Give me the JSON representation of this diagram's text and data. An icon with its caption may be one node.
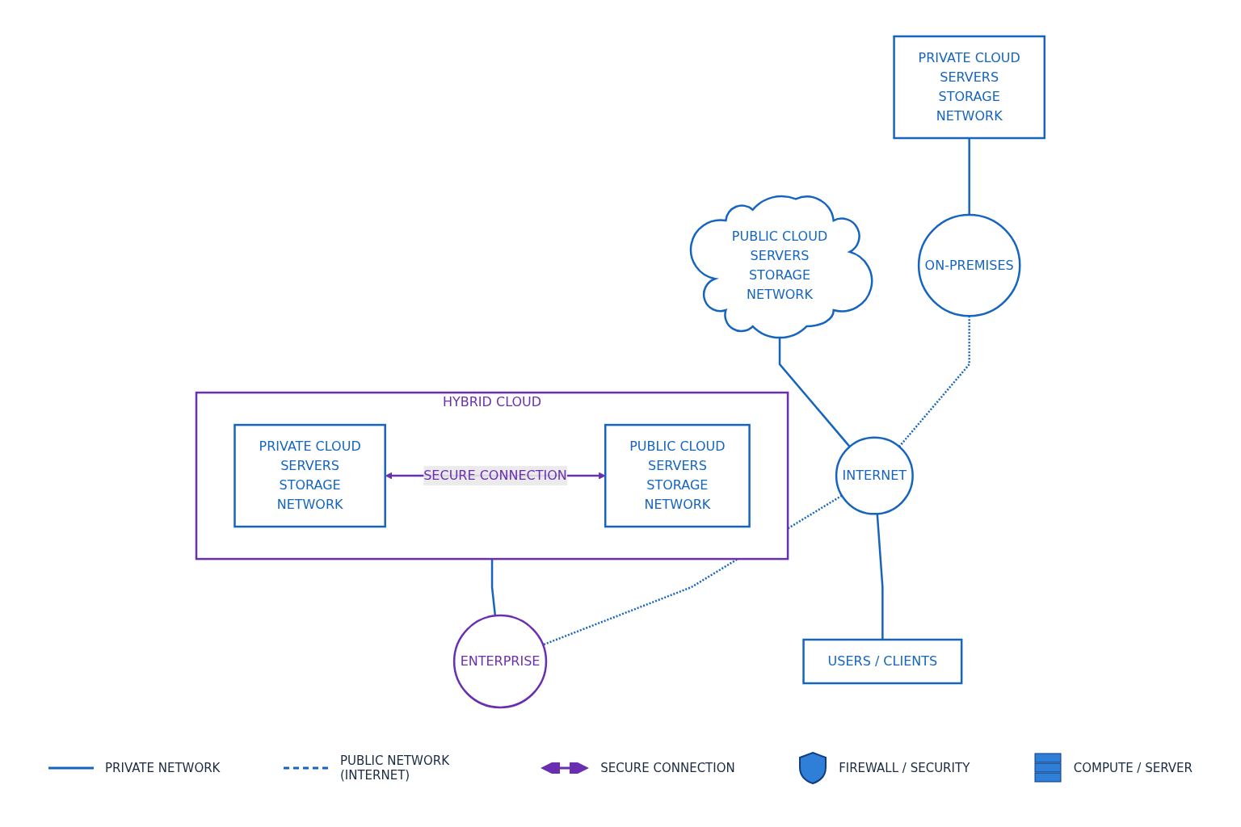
{
  "diagram": {
    "nodes": [
      {
        "text": [
          "PRIVATE CLOUD",
          "SERVERS",
          "STORAGE",
          "NETWORK"
        ]
      },
      {
        "text": [
          "PUBLIC CLOUD",
          "SERVERS",
          "STORAGE",
          "NETWORK"
        ]
      },
      {
        "text": [
          "HYBRID CLOUD"
        ]
      },
      {
        "text": [
          "PRIVATE CLOUD",
          "SERVERS",
          "STORAGE",
          "NETWORK"
        ],
        "in": 2
      },
      {
        "text": [
          "PUBLIC CLOUD",
          "SERVERS",
          "STORAGE",
          "NETWORK"
        ],
        "in": 2
      },
      {
        "text": [
          "ON-PREMISES"
        ]
      },
      {
        "text": [
          "INTERNET"
        ]
      },
      {
        "text": [
          "ENTERPRISE"
        ]
      },
      {
        "text": [
          "USERS / CLIENTS"
        ]
      }
    ],
    "edges": [
      {
        "from": 0,
        "to": 5,
        "arrow": "none"
      },
      {
        "from": 1,
        "to": 6,
        "arrow": "none"
      },
      {
        "from": 2,
        "to": 7,
        "arrow": "none"
      },
      {
        "from": 3,
        "to": 4,
        "arrow": "both",
        "label": "SECURE CONNECTION",
        "color": "#6a2fb0"
      },
      {
        "from": 5,
        "to": 6,
        "arrow": "none",
        "style": "dashed"
      },
      {
        "from": 6,
        "to": 7,
        "arrow": "none",
        "style": "dashed"
      },
      {
        "from": 6,
        "to": 8,
        "arrow": "none"
      }
    ],
    "legend": [
      {
        "text": "PRIVATE NETWORK"
      },
      {
        "text": "PUBLIC NETWORK (INTERNET)"
      },
      {
        "text": "SECURE CONNECTION"
      },
      {
        "text": "FIREWALL / SECURITY"
      },
      {
        "text": "COMPUTE / SERVER"
      }
    ]
  }
}
